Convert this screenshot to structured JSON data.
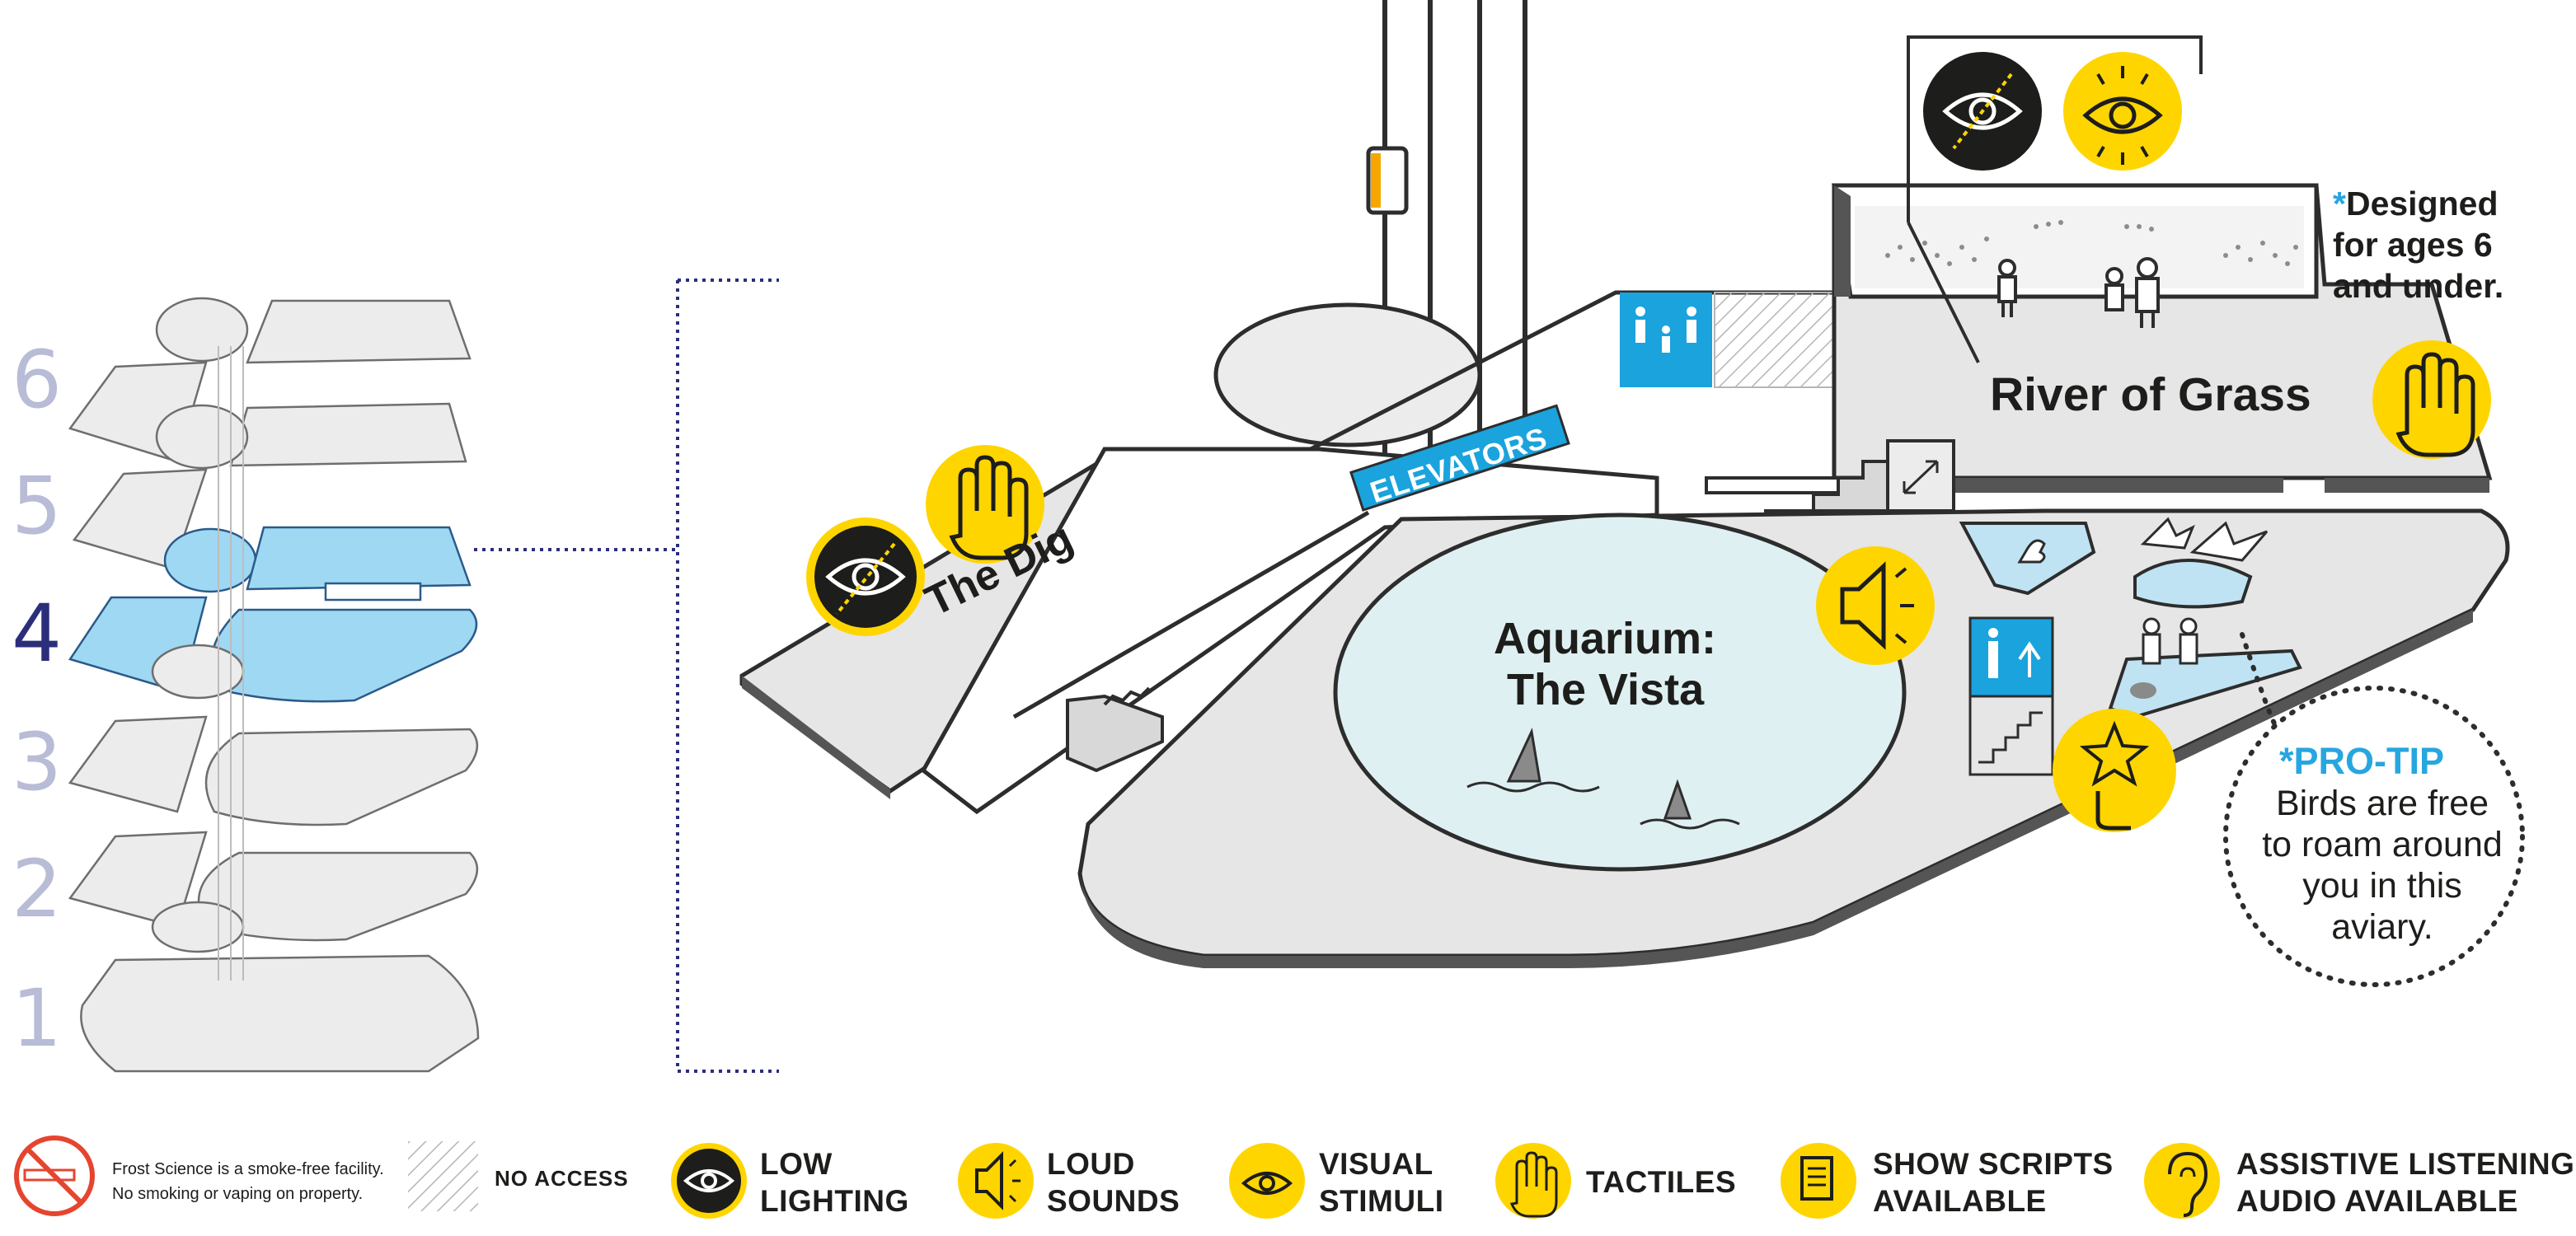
{
  "floors": [
    "6",
    "5",
    "4",
    "3",
    "2",
    "1"
  ],
  "active_floor": "4",
  "exhibits": {
    "dig": "The Dig",
    "aquarium_line1": "Aquarium:",
    "aquarium_line2": "The Vista",
    "river": "River of Grass",
    "elevators": "ELEVATORS"
  },
  "age_note": {
    "star": "*",
    "lines": [
      "Designed",
      "for ages 6",
      "and under."
    ]
  },
  "pro_tip": {
    "star": "*",
    "title": "PRO-TIP",
    "lines": [
      "Birds are free",
      "to roam around",
      "you in this",
      "aviary."
    ]
  },
  "legend": {
    "smoke_lines": [
      "Frost Science is a smoke-free facility.",
      "No smoking or vaping on property."
    ],
    "no_access": "NO ACCESS",
    "items": [
      {
        "icon": "low-lighting-icon",
        "lines": [
          "LOW",
          "LIGHTING"
        ]
      },
      {
        "icon": "loud-sounds-icon",
        "lines": [
          "LOUD",
          "SOUNDS"
        ]
      },
      {
        "icon": "visual-stimuli-icon",
        "lines": [
          "VISUAL",
          "STIMULI"
        ]
      },
      {
        "icon": "tactiles-icon",
        "lines": [
          "TACTILES"
        ]
      },
      {
        "icon": "show-scripts-icon",
        "lines": [
          "SHOW SCRIPTS",
          "AVAILABLE"
        ]
      },
      {
        "icon": "assistive-listening-icon",
        "lines": [
          "ASSISTIVE LISTENING",
          "AUDIO AVAILABLE"
        ]
      }
    ]
  },
  "colors": {
    "accent_yellow": "#ffd500",
    "highlight_blue": "#9fd8f2",
    "sign_blue": "#1aa3dd",
    "floor_gray": "#e6e6e6",
    "active_floor_num": "#2b2e7a",
    "inactive_floor_num": "#b9bcd6",
    "no_smoking_red": "#e5452f"
  }
}
